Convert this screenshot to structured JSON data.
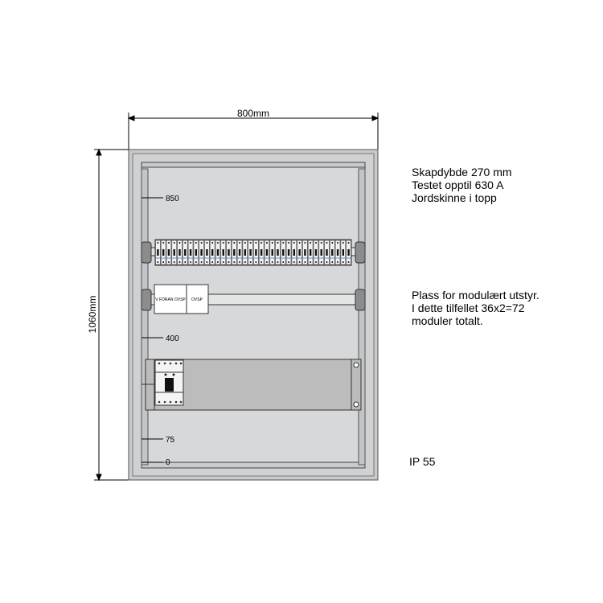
{
  "dimensions": {
    "width_label": "800mm",
    "height_label": "1060mm"
  },
  "scale_marks": [
    "850",
    "400",
    "75",
    "0"
  ],
  "notes": {
    "specs": [
      "Skapdybde 270 mm",
      "Testet opptil 630 A",
      "Jordskinne i topp"
    ],
    "modular": [
      "Plass for modulært utstyr.",
      "I dette tilfellet 36x2=72",
      "moduler totalt."
    ],
    "ip": "IP 55"
  },
  "devices": {
    "label_1": "V FORAN OVSP",
    "label_2": "OVSP"
  },
  "breaker_modules": 36,
  "colors": {
    "cabinet": "#d4d6d8",
    "panel": "#bcbcbc",
    "frame": "#c8cacc"
  }
}
